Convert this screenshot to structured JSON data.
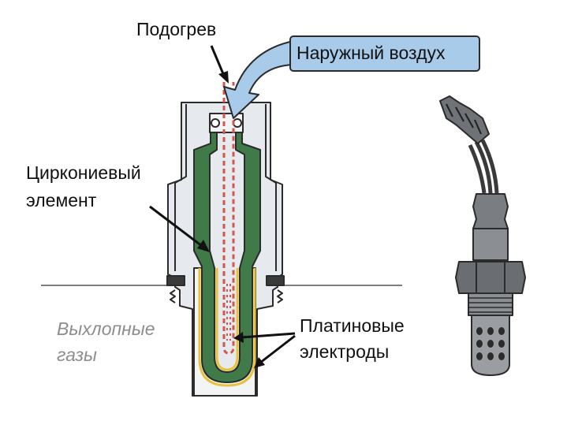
{
  "labels": {
    "heating": "Подогрев",
    "outside_air": "Наружный воздух",
    "zirconium_line1": "Циркониевый",
    "zirconium_line2": "элемент",
    "platinum_line1": "Платиновые",
    "platinum_line2": "электроды",
    "exhaust_line1": "Выхлопные",
    "exhaust_line2": "газы"
  },
  "colors": {
    "zirconium_element": "#3f7a48",
    "platinum_electrode": "#e8c23a",
    "heater": "#d0584f",
    "air_arrow": "#a9cbea",
    "sensor_body": "#e6eaee",
    "outline": "#2b2b2b",
    "exhaust_text": "#8d8d8d"
  }
}
